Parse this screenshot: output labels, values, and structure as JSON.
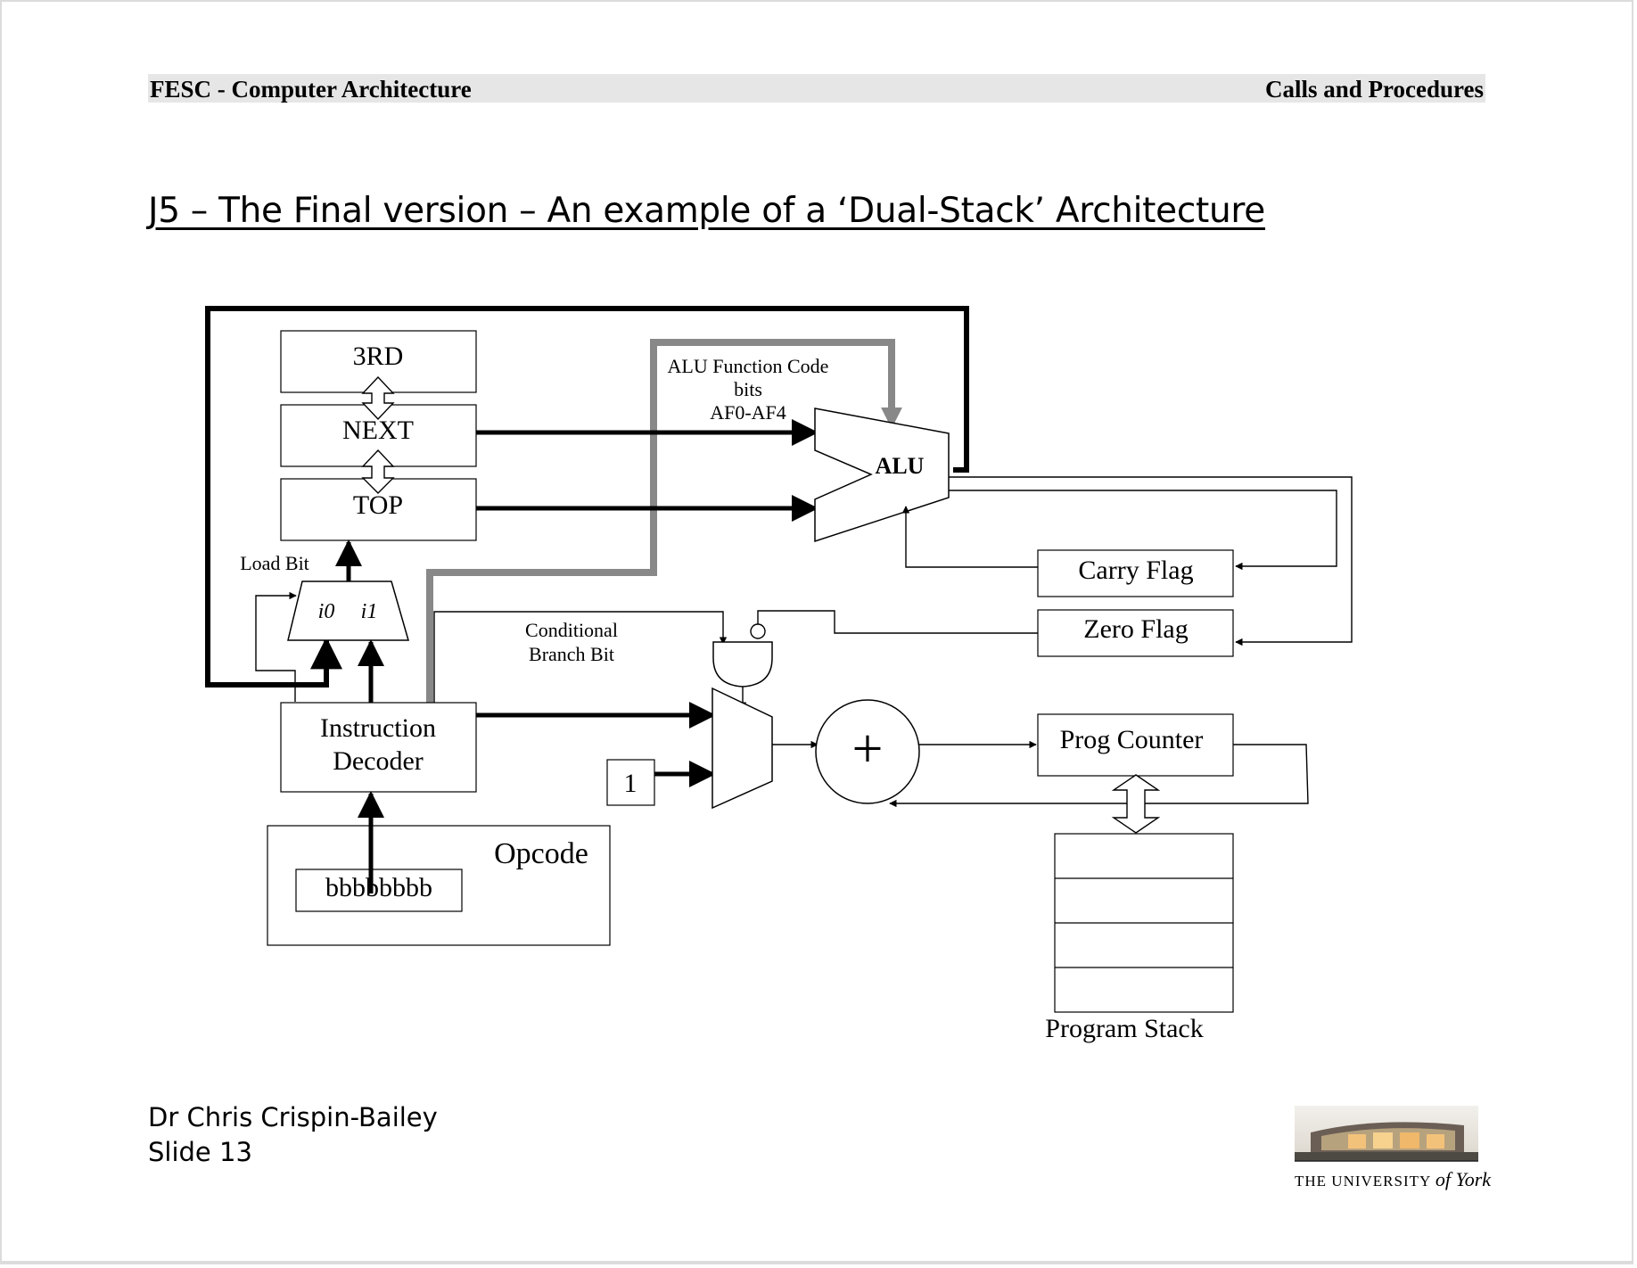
{
  "header": {
    "left": "FESC - Computer Architecture",
    "right": "Calls and Procedures"
  },
  "title": "J5 – The Final version – An example of a ‘Dual-Stack’ Architecture",
  "diagram": {
    "third": "3RD",
    "next": "NEXT",
    "top": "TOP",
    "load_bit": "Load Bit",
    "mux_i0": "i0",
    "mux_i1": "i1",
    "alu_code_line1": "ALU Function Code",
    "alu_code_line2": "bits",
    "alu_code_line3": "AF0-AF4",
    "alu": "ALU",
    "carry_flag": "Carry Flag",
    "zero_flag": "Zero Flag",
    "cond_line1": "Conditional",
    "cond_line2": "Branch Bit",
    "decoder_line1": "Instruction",
    "decoder_line2": "Decoder",
    "one": "1",
    "plus": "+",
    "prog_counter": "Prog Counter",
    "opcode": "Opcode",
    "opcode_bits": "bbbbbbbb",
    "program_stack": "Program Stack"
  },
  "footer": {
    "author": "Dr Chris Crispin-Bailey",
    "slide": "Slide 13"
  },
  "logo": {
    "prefix": "THE UNIVERSITY",
    "of_york": "of York"
  }
}
